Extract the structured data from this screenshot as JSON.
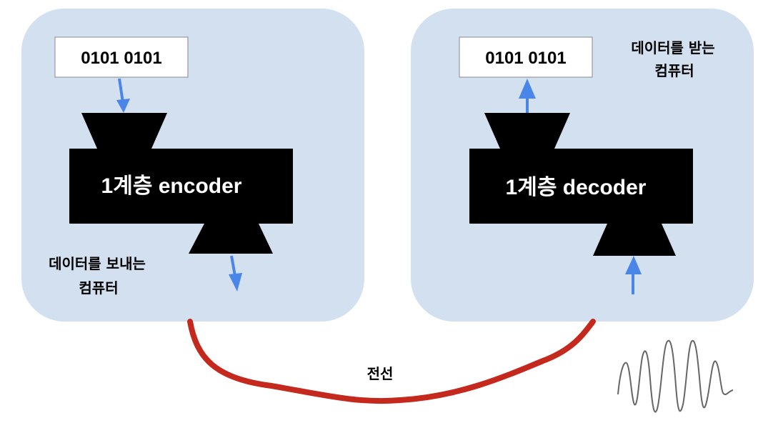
{
  "sender": {
    "input_bits": "0101  0101",
    "encoder_label": "1계층 encoder",
    "caption_line1": "데이터를 보내는",
    "caption_line2": "컴퓨터"
  },
  "receiver": {
    "output_bits": "0101  0101",
    "decoder_label": "1계층 decoder",
    "caption_line1": "데이터를 받는",
    "caption_line2": "컴퓨터"
  },
  "wire": {
    "label": "전선"
  },
  "colors": {
    "panel_fill": "#d3e0f0",
    "arrow": "#4a86e8",
    "wire": "#c5281c",
    "block": "#000000",
    "signal": "#666666"
  },
  "icons": {
    "signal": "analog-waveform-icon"
  }
}
